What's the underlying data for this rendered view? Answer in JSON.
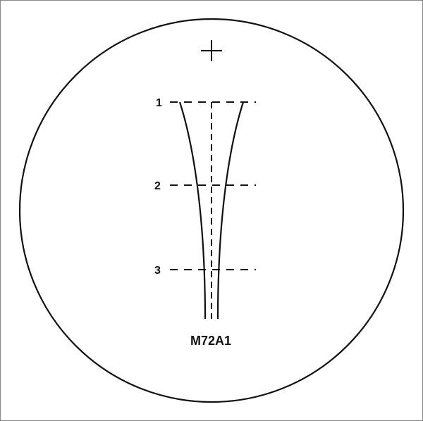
{
  "reticle": {
    "designation": "M72A1",
    "range_marks": [
      {
        "label": "1"
      },
      {
        "label": "2"
      },
      {
        "label": "3"
      }
    ],
    "aim_point": "crosshair-plus",
    "colors": {
      "line": "#111111",
      "frame": "#888888",
      "background": "#ffffff"
    }
  }
}
